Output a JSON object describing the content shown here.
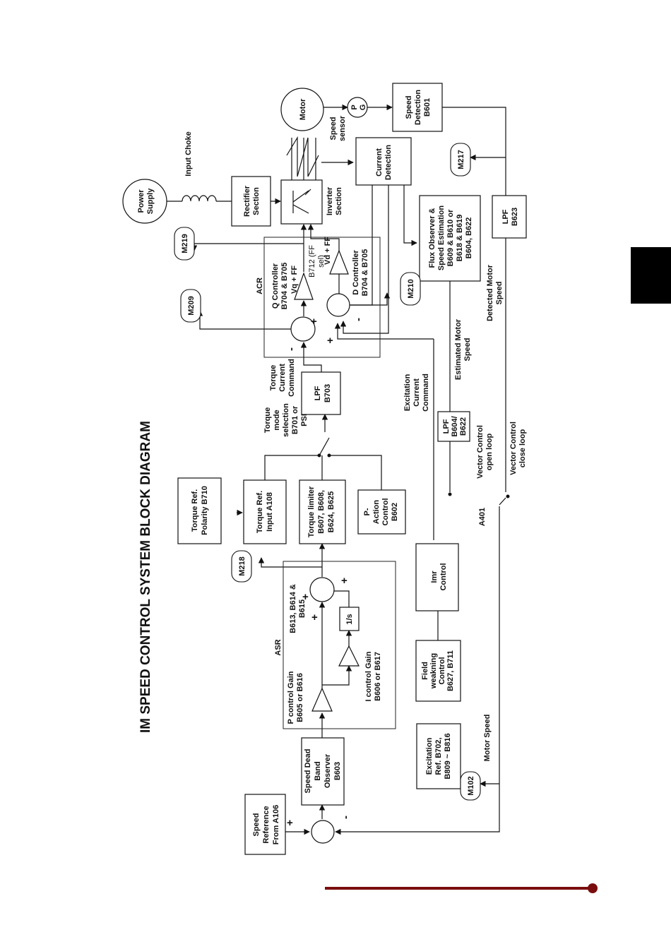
{
  "title": "IM SPEED CONTROL SYSTEM BLOCK DIAGRAM",
  "blocks": {
    "speed_reference": [
      "Speed",
      "Reference",
      "From A106"
    ],
    "speed_dead_band": [
      "Speed Dead",
      "Band",
      "Observer",
      "B603"
    ],
    "asr_label": "ASR",
    "asr_sum_params": [
      "B613, B614 &",
      "B615"
    ],
    "p_gain": [
      "P control Gain",
      "B605 or B616"
    ],
    "i_gain": [
      "I control Gain",
      "B606 or B617"
    ],
    "integrator": "1/s",
    "torque_limiter": [
      "Torque limiter",
      "B607,  B608,",
      "B624, B625"
    ],
    "p_action": [
      "P-",
      "Action",
      "Control",
      "B602"
    ],
    "torque_ref_input": [
      "Torque Ref.",
      "Input A108"
    ],
    "torque_ref_polarity": [
      "Torque Ref.",
      "Polarity B710"
    ],
    "torque_mode_selection": [
      "Torque",
      "mode",
      "selection",
      "B701 or",
      "PSI"
    ],
    "lpf_b703": [
      "LPF",
      "B703"
    ],
    "torque_current_command": [
      "Torque",
      "Current",
      "Command"
    ],
    "acr_label": "ACR",
    "q_controller": [
      "Q Controller",
      "B704 & B705"
    ],
    "vq_ff": "Vq + FF",
    "b712": [
      "B712 (FF",
      "sel)"
    ],
    "vd_ff": "Vd + FF",
    "d_controller": [
      "D Controller",
      "B704 & B705"
    ],
    "power_supply": [
      "Power",
      "Supply"
    ],
    "input_choke": "Input Choke",
    "rectifier": [
      "Rectifier",
      "Section"
    ],
    "inverter": [
      "Inverter",
      "Section"
    ],
    "motor": "Motor",
    "pg": [
      "P",
      "G"
    ],
    "speed_sensor": [
      "Speed",
      "sensor"
    ],
    "speed_detection": [
      "Speed",
      "Detection",
      "B601"
    ],
    "current_detection": [
      "Current",
      "Detection"
    ],
    "flux_observer": [
      "Flux Observer &",
      "Speed Estimation",
      "B609 & B610 or",
      "B618 & B619",
      "B604, B622"
    ],
    "lpf_b623": [
      "LPF",
      "B623"
    ],
    "detected_motor_speed": [
      "Detected Motor",
      "Speed"
    ],
    "estimated_motor_speed": [
      "Estimated Motor",
      "Speed"
    ],
    "lpf_b604": [
      "LPF",
      "B604/",
      "B622"
    ],
    "vc_open": [
      "Vector Control",
      "open loop"
    ],
    "vc_close": [
      "Vector Control",
      "close loop"
    ],
    "a401": "A401",
    "excitation_current_command": [
      "Excitation",
      "Current",
      "Command"
    ],
    "imr_control": [
      "Imr",
      "Control"
    ],
    "field_weakning": [
      "Field",
      "weakning",
      "Control",
      "B627, B711"
    ],
    "excitation_ref": [
      "Excitation",
      "Ref. B702,",
      "B809 ~ B816"
    ],
    "motor_speed": "Motor Speed"
  },
  "monitors": {
    "m102": "M102",
    "m209": "M209",
    "m210": "M210",
    "m217": "M217",
    "m218": "M218",
    "m219": "M219"
  },
  "signs": {
    "main_plus": "+",
    "main_minus": "-",
    "asr_plus_a": "+",
    "asr_plus_b": "+",
    "asr_plus_c": "+",
    "q_minus": "-",
    "q_plus": "+",
    "d_minus": "-",
    "d_plus": "+"
  },
  "colors": {
    "accent_bar": "#7a0e0e",
    "side_tab": "#000000"
  }
}
